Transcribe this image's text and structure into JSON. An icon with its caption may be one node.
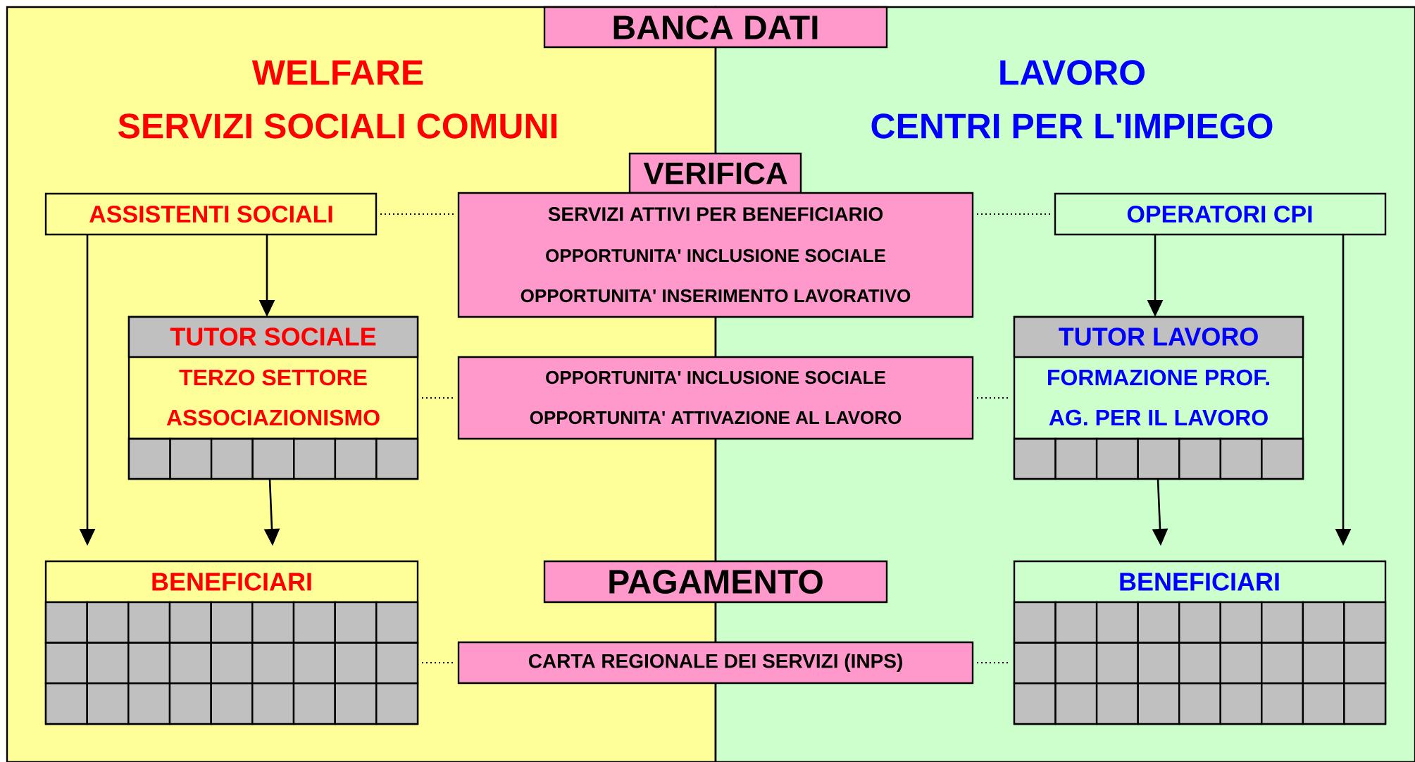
{
  "diagram": {
    "nodes": [
      {
        "text": [
          "WELFARE",
          "SERVIZI SOCIALI COMUNI"
        ]
      },
      {
        "text": [
          "LAVORO",
          "CENTRI PER L'IMPIEGO"
        ]
      },
      {
        "text": [
          "BANCA DATI"
        ]
      },
      {
        "text": [
          "VERIFICA"
        ]
      },
      {
        "text": [
          "SERVIZI ATTIVI PER BENEFICIARIO",
          "OPPORTUNITA' INCLUSIONE SOCIALE",
          "OPPORTUNITA' INSERIMENTO LAVORATIVO"
        ]
      },
      {
        "text": [
          "ASSISTENTI SOCIALI"
        ],
        "in": 0
      },
      {
        "text": [
          "OPERATORI CPI"
        ],
        "in": 1
      },
      {
        "text": [
          "TUTOR SOCIALE",
          "TERZO SETTORE",
          "ASSOCIAZIONISMO"
        ],
        "in": 0
      },
      {
        "text": [
          "OPPORTUNITA' INCLUSIONE SOCIALE",
          "OPPORTUNITA' ATTIVAZIONE AL LAVORO"
        ]
      },
      {
        "text": [
          "TUTOR LAVORO",
          "FORMAZIONE PROF.",
          "AG. PER IL LAVORO"
        ],
        "in": 1
      },
      {
        "text": [
          "BENEFICIARI"
        ],
        "in": 0
      },
      {
        "text": [
          "PAGAMENTO"
        ]
      },
      {
        "text": [
          "BENEFICIARI"
        ],
        "in": 1
      },
      {
        "text": [
          "CARTA REGIONALE DEI SERVIZI (INPS)"
        ]
      }
    ],
    "edges": [
      {
        "from": 5,
        "to": 7,
        "arrow": "to"
      },
      {
        "from": 5,
        "to": 10,
        "arrow": "to"
      },
      {
        "from": 7,
        "to": 10,
        "arrow": "to"
      },
      {
        "from": 6,
        "to": 9,
        "arrow": "to"
      },
      {
        "from": 6,
        "to": 12,
        "arrow": "to"
      },
      {
        "from": 9,
        "to": 12,
        "arrow": "to"
      },
      {
        "from": 5,
        "to": 4,
        "arrow": "none",
        "style": "dashed"
      },
      {
        "from": 4,
        "to": 6,
        "arrow": "none",
        "style": "dashed"
      },
      {
        "from": 7,
        "to": 8,
        "arrow": "none",
        "style": "dashed"
      },
      {
        "from": 8,
        "to": 9,
        "arrow": "none",
        "style": "dashed"
      },
      {
        "from": 10,
        "to": 13,
        "arrow": "none",
        "style": "dashed"
      },
      {
        "from": 13,
        "to": 12,
        "arrow": "none",
        "style": "dashed"
      }
    ]
  }
}
